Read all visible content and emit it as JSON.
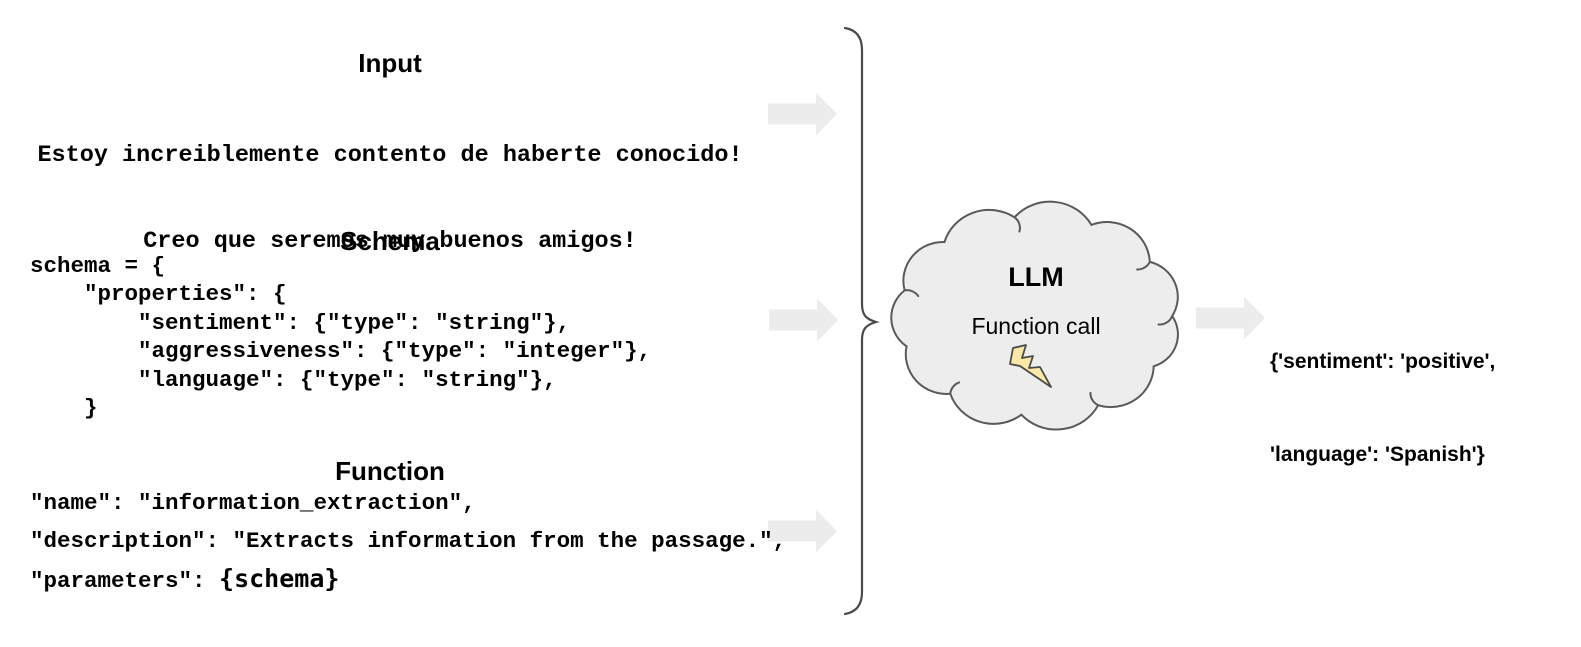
{
  "input": {
    "title": "Input",
    "lines": [
      "Estoy increiblemente contento de haberte conocido!",
      "Creo que seremos muy buenos amigos!"
    ]
  },
  "schema": {
    "title": "Schema",
    "code": "schema = {\n    \"properties\": {\n        \"sentiment\": {\"type\": \"string\"},\n        \"aggressiveness\": {\"type\": \"integer\"},\n        \"language\": {\"type\": \"string\"},\n    }"
  },
  "function": {
    "title": "Function",
    "line_name": "\"name\": \"information_extraction\",",
    "line_description": "\"description\": \"Extracts information from the passage.\",",
    "parameters_label": "\"parameters\": ",
    "parameters_value": "{schema}"
  },
  "llm": {
    "title": "LLM",
    "subtitle": "Function call",
    "icon": "lightning-bolt-icon"
  },
  "output": {
    "line1": "{'sentiment': 'positive',",
    "line2": "'language': 'Spanish'}"
  },
  "colors": {
    "shape_fill": "#ededed",
    "shape_stroke": "#595959",
    "brace_stroke": "#4a4a4a",
    "arrow_fill": "#ececec",
    "bolt_fill": "#fbe8a6",
    "text": "#000000"
  }
}
